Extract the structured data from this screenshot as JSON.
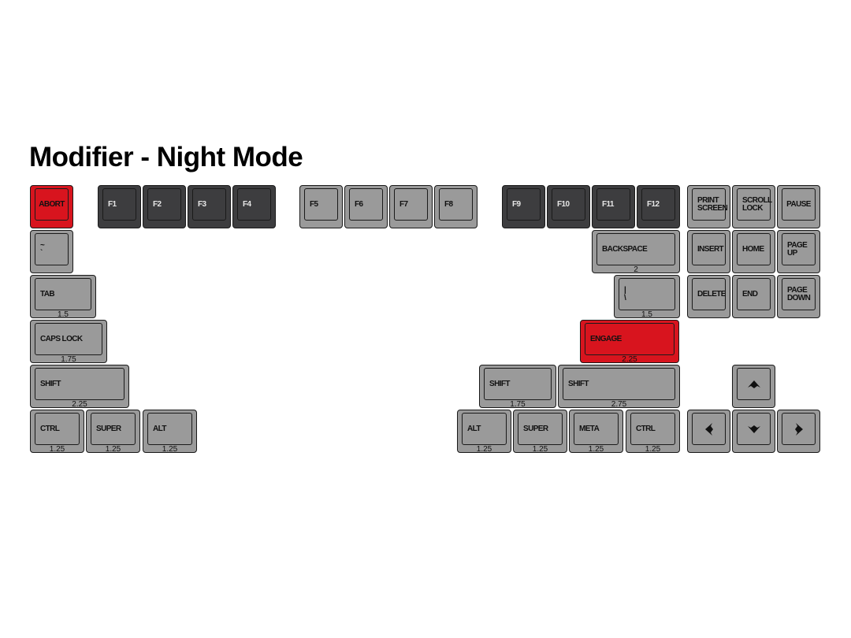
{
  "title": "Modifier - Night Mode",
  "colors": {
    "grey": "#9a9a9a",
    "dark": "#3d3d3f",
    "red": "#d8141e"
  },
  "rows": {
    "function": [
      {
        "label": "ABORT",
        "color": "red"
      },
      {
        "label": "F1",
        "color": "dark"
      },
      {
        "label": "F2",
        "color": "dark"
      },
      {
        "label": "F3",
        "color": "dark"
      },
      {
        "label": "F4",
        "color": "dark"
      },
      {
        "label": "F5",
        "color": "grey"
      },
      {
        "label": "F6",
        "color": "grey"
      },
      {
        "label": "F7",
        "color": "grey"
      },
      {
        "label": "F8",
        "color": "grey"
      },
      {
        "label": "F9",
        "color": "dark"
      },
      {
        "label": "F10",
        "color": "dark"
      },
      {
        "label": "F11",
        "color": "dark"
      },
      {
        "label": "F12",
        "color": "dark"
      },
      {
        "label": "PRINT\nSCREEN",
        "color": "grey"
      },
      {
        "label": "SCROLL\nLOCK",
        "color": "grey"
      },
      {
        "label": "PAUSE",
        "color": "grey"
      }
    ],
    "number": [
      {
        "label": "~\n`",
        "color": "grey"
      },
      {
        "label": "BACKSPACE",
        "color": "grey",
        "size": "2"
      },
      {
        "label": "INSERT",
        "color": "grey"
      },
      {
        "label": "HOME",
        "color": "grey"
      },
      {
        "label": "PAGE\nUP",
        "color": "grey"
      }
    ],
    "top": [
      {
        "label": "TAB",
        "color": "grey",
        "size": "1.5"
      },
      {
        "label": "|\n\\",
        "color": "grey",
        "size": "1.5"
      },
      {
        "label": "DELETE",
        "color": "grey"
      },
      {
        "label": "END",
        "color": "grey"
      },
      {
        "label": "PAGE\nDOWN",
        "color": "grey"
      }
    ],
    "home": [
      {
        "label": "CAPS LOCK",
        "color": "grey",
        "size": "1.75"
      },
      {
        "label": "ENGAGE",
        "color": "red",
        "size": "2.25"
      }
    ],
    "shift": [
      {
        "label": "SHIFT",
        "color": "grey",
        "size": "2.25"
      },
      {
        "label": "SHIFT",
        "color": "grey",
        "size": "1.75"
      },
      {
        "label": "SHIFT",
        "color": "grey",
        "size": "2.75"
      },
      {
        "icon": "arrow-up-icon",
        "color": "grey"
      }
    ],
    "bottom": [
      {
        "label": "CTRL",
        "color": "grey",
        "size": "1.25"
      },
      {
        "label": "SUPER",
        "color": "grey",
        "size": "1.25"
      },
      {
        "label": "ALT",
        "color": "grey",
        "size": "1.25"
      },
      {
        "label": "ALT",
        "color": "grey",
        "size": "1.25"
      },
      {
        "label": "SUPER",
        "color": "grey",
        "size": "1.25"
      },
      {
        "label": "META",
        "color": "grey",
        "size": "1.25"
      },
      {
        "label": "CTRL",
        "color": "grey",
        "size": "1.25"
      },
      {
        "icon": "arrow-left-icon",
        "color": "grey"
      },
      {
        "icon": "arrow-down-icon",
        "color": "grey"
      },
      {
        "icon": "arrow-right-icon",
        "color": "grey"
      }
    ]
  }
}
